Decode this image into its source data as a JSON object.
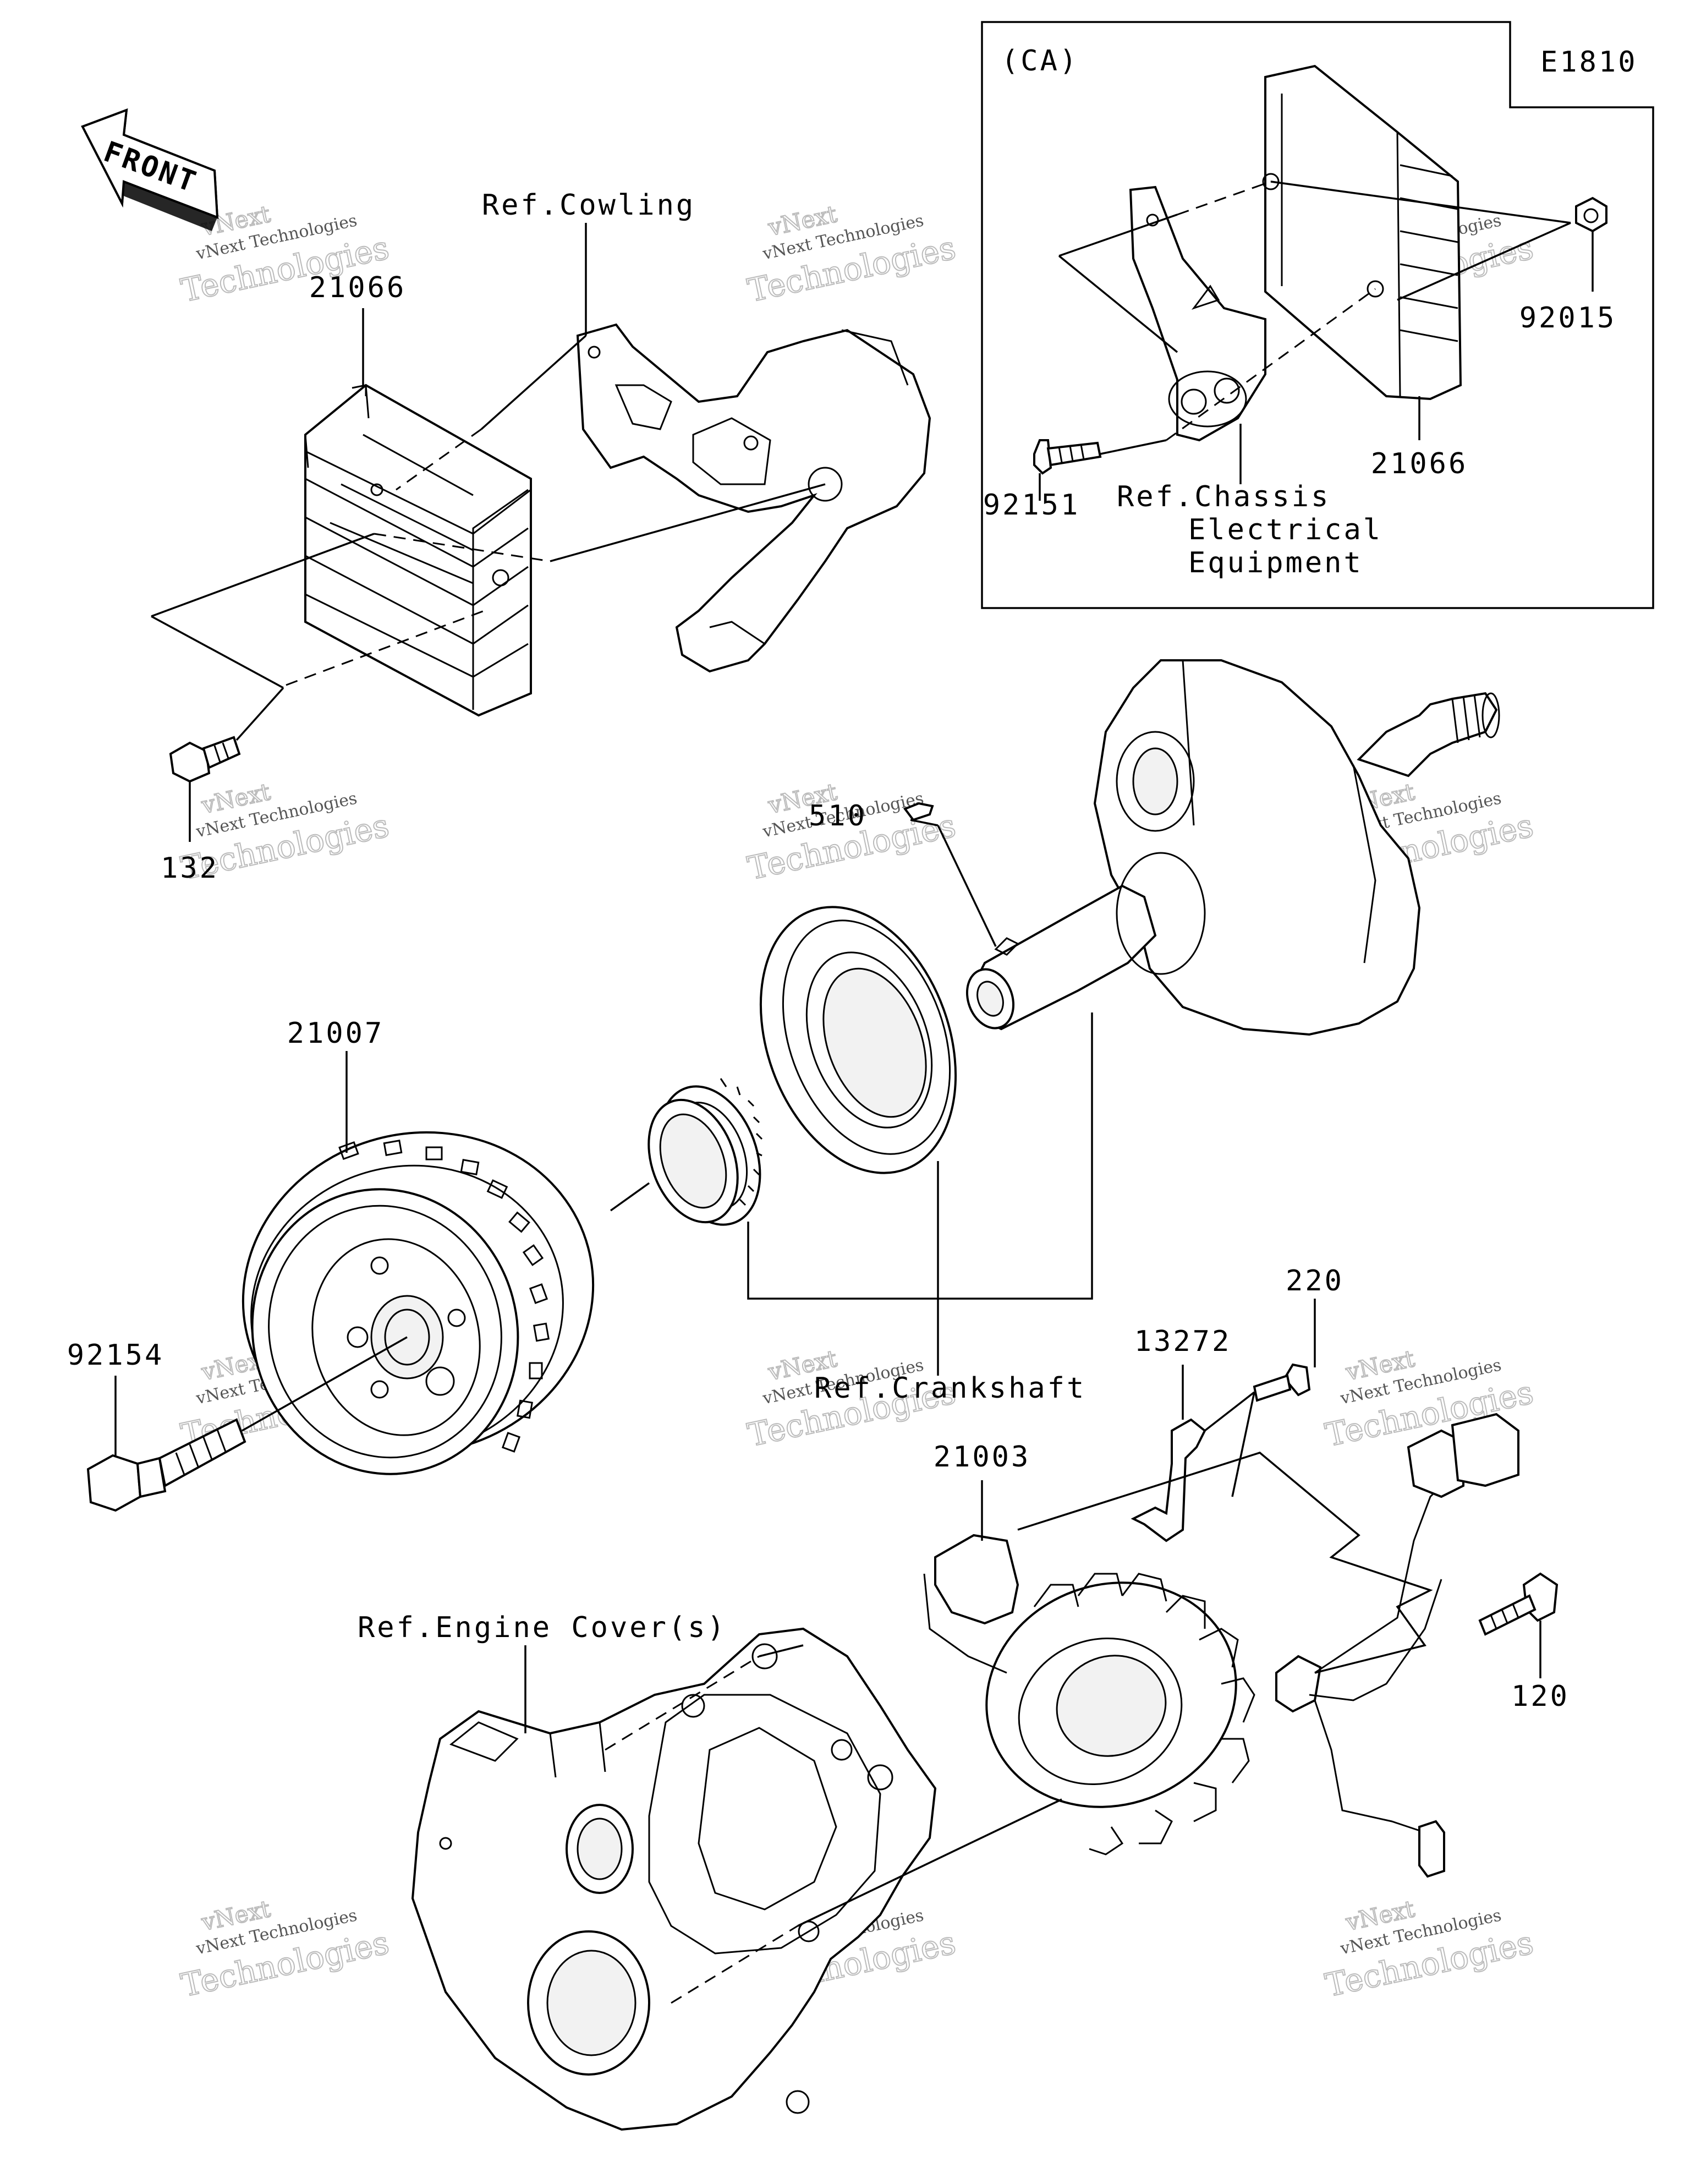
{
  "diagram_code": "E1810",
  "front_arrow_text": "FRONT",
  "inset": {
    "tag": "(CA)"
  },
  "labels": {
    "l21066_top": "21066",
    "ref_cowling": "Ref.Cowling",
    "l132": "132",
    "l510": "510",
    "l21007": "21007",
    "l92154": "92154",
    "ref_crankshaft": "Ref.Crankshaft",
    "l220": "220",
    "l13272": "13272",
    "l21003": "21003",
    "ref_engine_cover": "Ref.Engine Cover(s)",
    "l120": "120",
    "l92015": "92015",
    "l92151": "92151",
    "l21066_inset": "21066",
    "ref_chassis_1": "Ref.Chassis",
    "ref_chassis_2": "Electrical",
    "ref_chassis_3": "Equipment"
  },
  "watermark": {
    "line1": "vNext",
    "line2": "vNext Technologies",
    "line3": "Technologies"
  }
}
